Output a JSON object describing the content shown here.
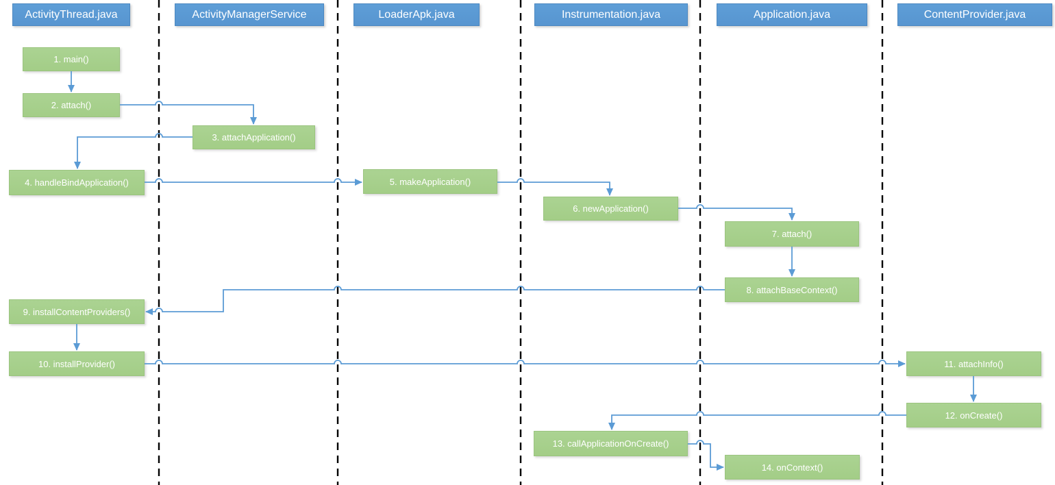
{
  "diagram": {
    "type": "sequence-flow",
    "lane_count": 6,
    "step_count": 14
  },
  "lanes": [
    {
      "label": "ActivityThread.java"
    },
    {
      "label": "ActivityManagerService"
    },
    {
      "label": "LoaderApk.java"
    },
    {
      "label": "Instrumentation.java"
    },
    {
      "label": "Application.java"
    },
    {
      "label": "ContentProvider.java"
    }
  ],
  "steps": [
    {
      "id": 1,
      "label": "1. main()",
      "lane": "ActivityThread.java"
    },
    {
      "id": 2,
      "label": "2. attach()",
      "lane": "ActivityThread.java"
    },
    {
      "id": 3,
      "label": "3. attachApplication()",
      "lane": "ActivityManagerService"
    },
    {
      "id": 4,
      "label": "4. handleBindApplication()",
      "lane": "ActivityThread.java"
    },
    {
      "id": 5,
      "label": "5. makeApplication()",
      "lane": "LoaderApk.java"
    },
    {
      "id": 6,
      "label": "6. newApplication()",
      "lane": "Instrumentation.java"
    },
    {
      "id": 7,
      "label": "7. attach()",
      "lane": "Application.java"
    },
    {
      "id": 8,
      "label": "8. attachBaseContext()",
      "lane": "Application.java"
    },
    {
      "id": 9,
      "label": "9. installContentProviders()",
      "lane": "ActivityThread.java"
    },
    {
      "id": 10,
      "label": "10. installProvider()",
      "lane": "ActivityThread.java"
    },
    {
      "id": 11,
      "label": "11. attachInfo()",
      "lane": "ContentProvider.java"
    },
    {
      "id": 12,
      "label": "12. onCreate()",
      "lane": "ContentProvider.java"
    },
    {
      "id": 13,
      "label": "13. callApplicationOnCreate()",
      "lane": "Instrumentation.java"
    },
    {
      "id": 14,
      "label": "14. onContext()",
      "lane": "Application.java"
    }
  ],
  "edges": [
    {
      "from": 1,
      "to": 2
    },
    {
      "from": 2,
      "to": 3
    },
    {
      "from": 3,
      "to": 4
    },
    {
      "from": 4,
      "to": 5
    },
    {
      "from": 5,
      "to": 6
    },
    {
      "from": 6,
      "to": 7
    },
    {
      "from": 7,
      "to": 8
    },
    {
      "from": 8,
      "to": 9
    },
    {
      "from": 9,
      "to": 10
    },
    {
      "from": 10,
      "to": 11
    },
    {
      "from": 11,
      "to": 12
    },
    {
      "from": 12,
      "to": 13
    },
    {
      "from": 13,
      "to": 14
    }
  ],
  "colors": {
    "lane_header_fill": "#5B9BD5",
    "step_fill": "#A9D18E",
    "arrow": "#5B9BD5",
    "lifeline": "#000000",
    "text": "#FFFFFF",
    "background": "#FFFFFF"
  }
}
